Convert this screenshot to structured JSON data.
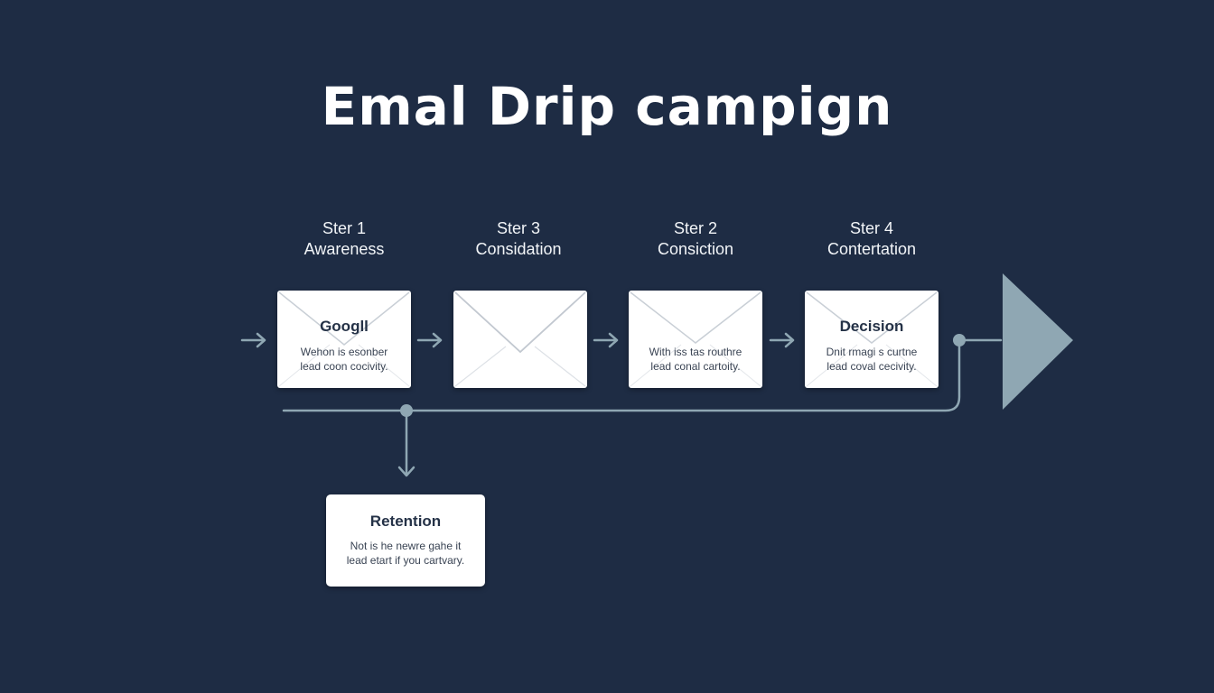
{
  "title": "Emal Drip campign",
  "steps": [
    {
      "step": "Ster 1",
      "stage": "Awareness",
      "card_title": "Googll",
      "card_text": [
        "Wehon is esonber",
        "lead coon cocivity."
      ]
    },
    {
      "step": "Ster 3",
      "stage": "Considation",
      "card_title": "",
      "card_text": []
    },
    {
      "step": "Ster 2",
      "stage": "Consiction",
      "card_title": "",
      "card_text": [
        "With iss tas routhre",
        "lead conal cartoity."
      ]
    },
    {
      "step": "Ster 4",
      "stage": "Contertation",
      "card_title": "Decision",
      "card_text": [
        "Dnit rmagi s curtne",
        "lead coval cecivity."
      ]
    }
  ],
  "retention": {
    "title": "Retention",
    "text": [
      "Not is he newre gahe it",
      "lead etart if you cartvary."
    ]
  },
  "colors": {
    "background": "#1e2c44",
    "connector": "#8fa7b3",
    "card": "#ffffff",
    "goal_triangle": "#8fa7b3"
  },
  "icons": {
    "envelope": "envelope-icon",
    "arrow": "arrow-right-icon",
    "goal": "triangle-arrow-icon"
  }
}
